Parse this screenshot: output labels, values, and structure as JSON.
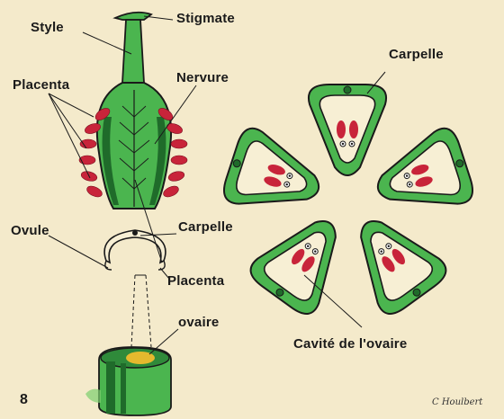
{
  "labels": {
    "style": "Style",
    "stigmate": "Stigmate",
    "placenta_top": "Placenta",
    "nervure": "Nervure",
    "carpelle_right": "Carpelle",
    "ovule": "Ovule",
    "carpelle_mid": "Carpelle",
    "placenta_bottom": "Placenta",
    "ovaire": "ovaire",
    "cavite": "Cavité de l'ovaire",
    "plate_number": "8",
    "signature": "C Houlbert"
  },
  "colors": {
    "background": "#f4eacb",
    "tissue_green": "#4bb54f",
    "dark_green": "#1f6b2a",
    "ovule_red": "#c8243a",
    "outline": "#1a1a1a",
    "yellow": "#e5b92e"
  }
}
